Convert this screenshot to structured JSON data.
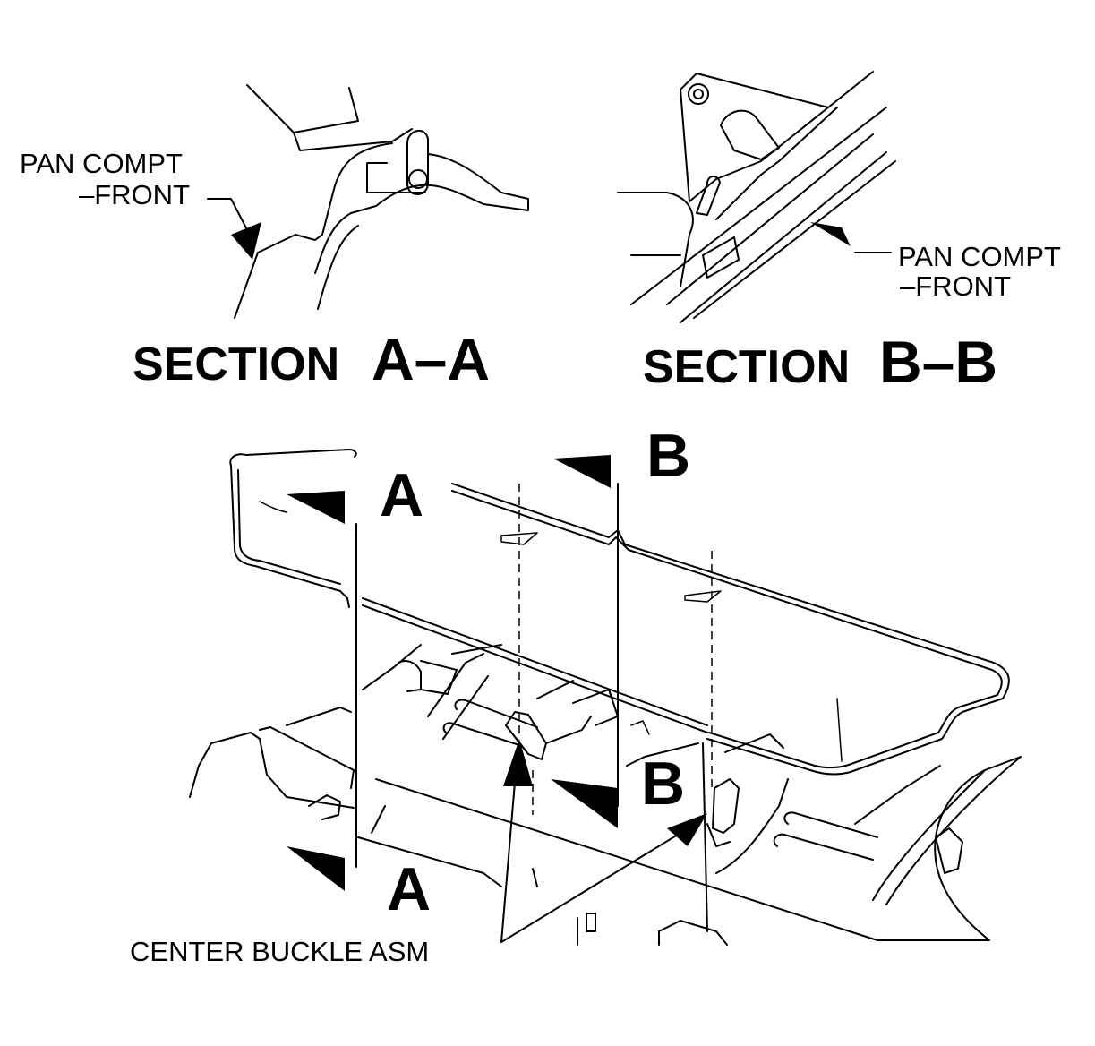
{
  "section_a": {
    "title_word": "SECTION",
    "title_letter": "A–A",
    "label_line1": "PAN COMPT",
    "label_line2": "–FRONT"
  },
  "section_b": {
    "title_word": "SECTION",
    "title_letter": "B–B",
    "label_line1": "PAN COMPT",
    "label_line2": "–FRONT"
  },
  "callouts": {
    "a_top": "A",
    "a_bottom": "A",
    "b_top": "B",
    "b_bottom": "B"
  },
  "main_label": "CENTER BUCKLE ASM"
}
